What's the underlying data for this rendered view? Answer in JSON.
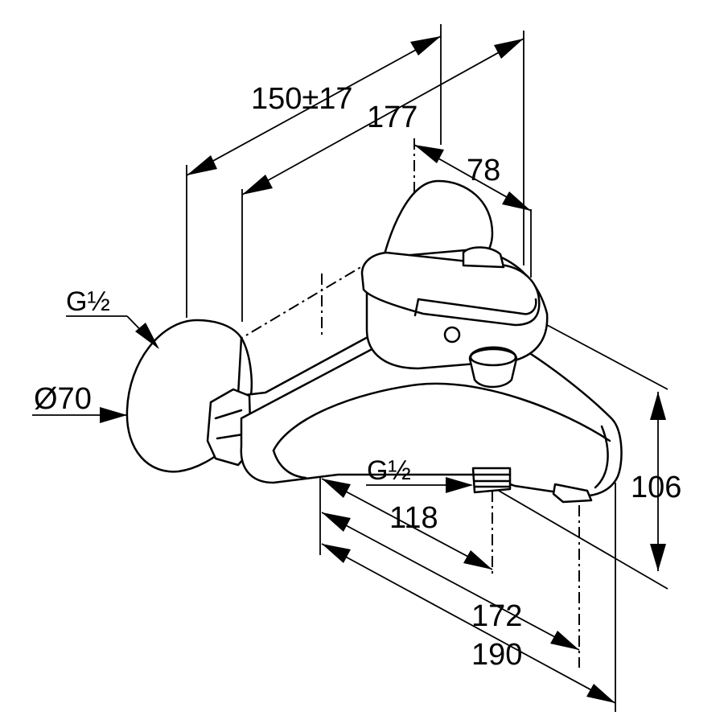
{
  "drawing": {
    "dimensions": {
      "projection_range": "150±17",
      "projection_max": "177",
      "handle_depth": "78",
      "height": "106",
      "spout_outlet": "118",
      "spout_reach_short": "172",
      "spout_reach_long": "190",
      "rosette_diameter": "Ø70",
      "inlet_thread": "G½",
      "outlet_thread": "G½"
    }
  }
}
